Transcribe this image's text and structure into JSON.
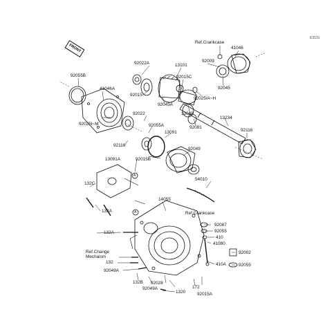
{
  "diagram": {
    "code": "E3131",
    "front_badge": "FRONT",
    "refs": {
      "crankcase_top": "Ref.Crankcase",
      "crankcase_mid": "Ref.Crankcase",
      "change_mechanism": "Ref.Change\nMechaism"
    },
    "labels": {
      "l_41046": "41046",
      "l_92009": "92009",
      "l_92045_r": "92045",
      "l_13101": "13101",
      "l_92022A": "92022A",
      "l_92015C": "92015C",
      "l_92015": "92015",
      "l_92045A": "92045A",
      "l_92025AH": "92025/A~H",
      "l_92055B": "92055B",
      "l_41046A": "41046A",
      "l_92025IM": "92025I~M",
      "l_92022": "92022",
      "l_13048": "13048",
      "l_92081": "92081",
      "l_13234": "13234",
      "l_92055A": "92055A",
      "l_13091": "13091",
      "l_92116_l": "92116",
      "l_92116_r": "92116",
      "l_92015B": "92015B",
      "l_92049": "92049",
      "l_13091A": "13091A",
      "l_54010": "54010",
      "l_132C": "132C",
      "l_132A_top": "132A",
      "l_14055": "14055",
      "l_132A_mid": "132A",
      "l_92087": "92087",
      "l_92055_r": "92055",
      "l_410": "410",
      "l_41080": "41080",
      "l_92002": "92002",
      "l_92055_r2": "92055",
      "l_132": "132",
      "l_410A": "410A",
      "l_92049A_l": "92049A",
      "l_132B": "132B",
      "l_92028": "92028",
      "l_92049A_b": "92049A",
      "l_172": "172",
      "l_1320": "1320",
      "l_92015A": "92015A",
      "callout_A1": "A",
      "callout_A2": "A"
    }
  }
}
